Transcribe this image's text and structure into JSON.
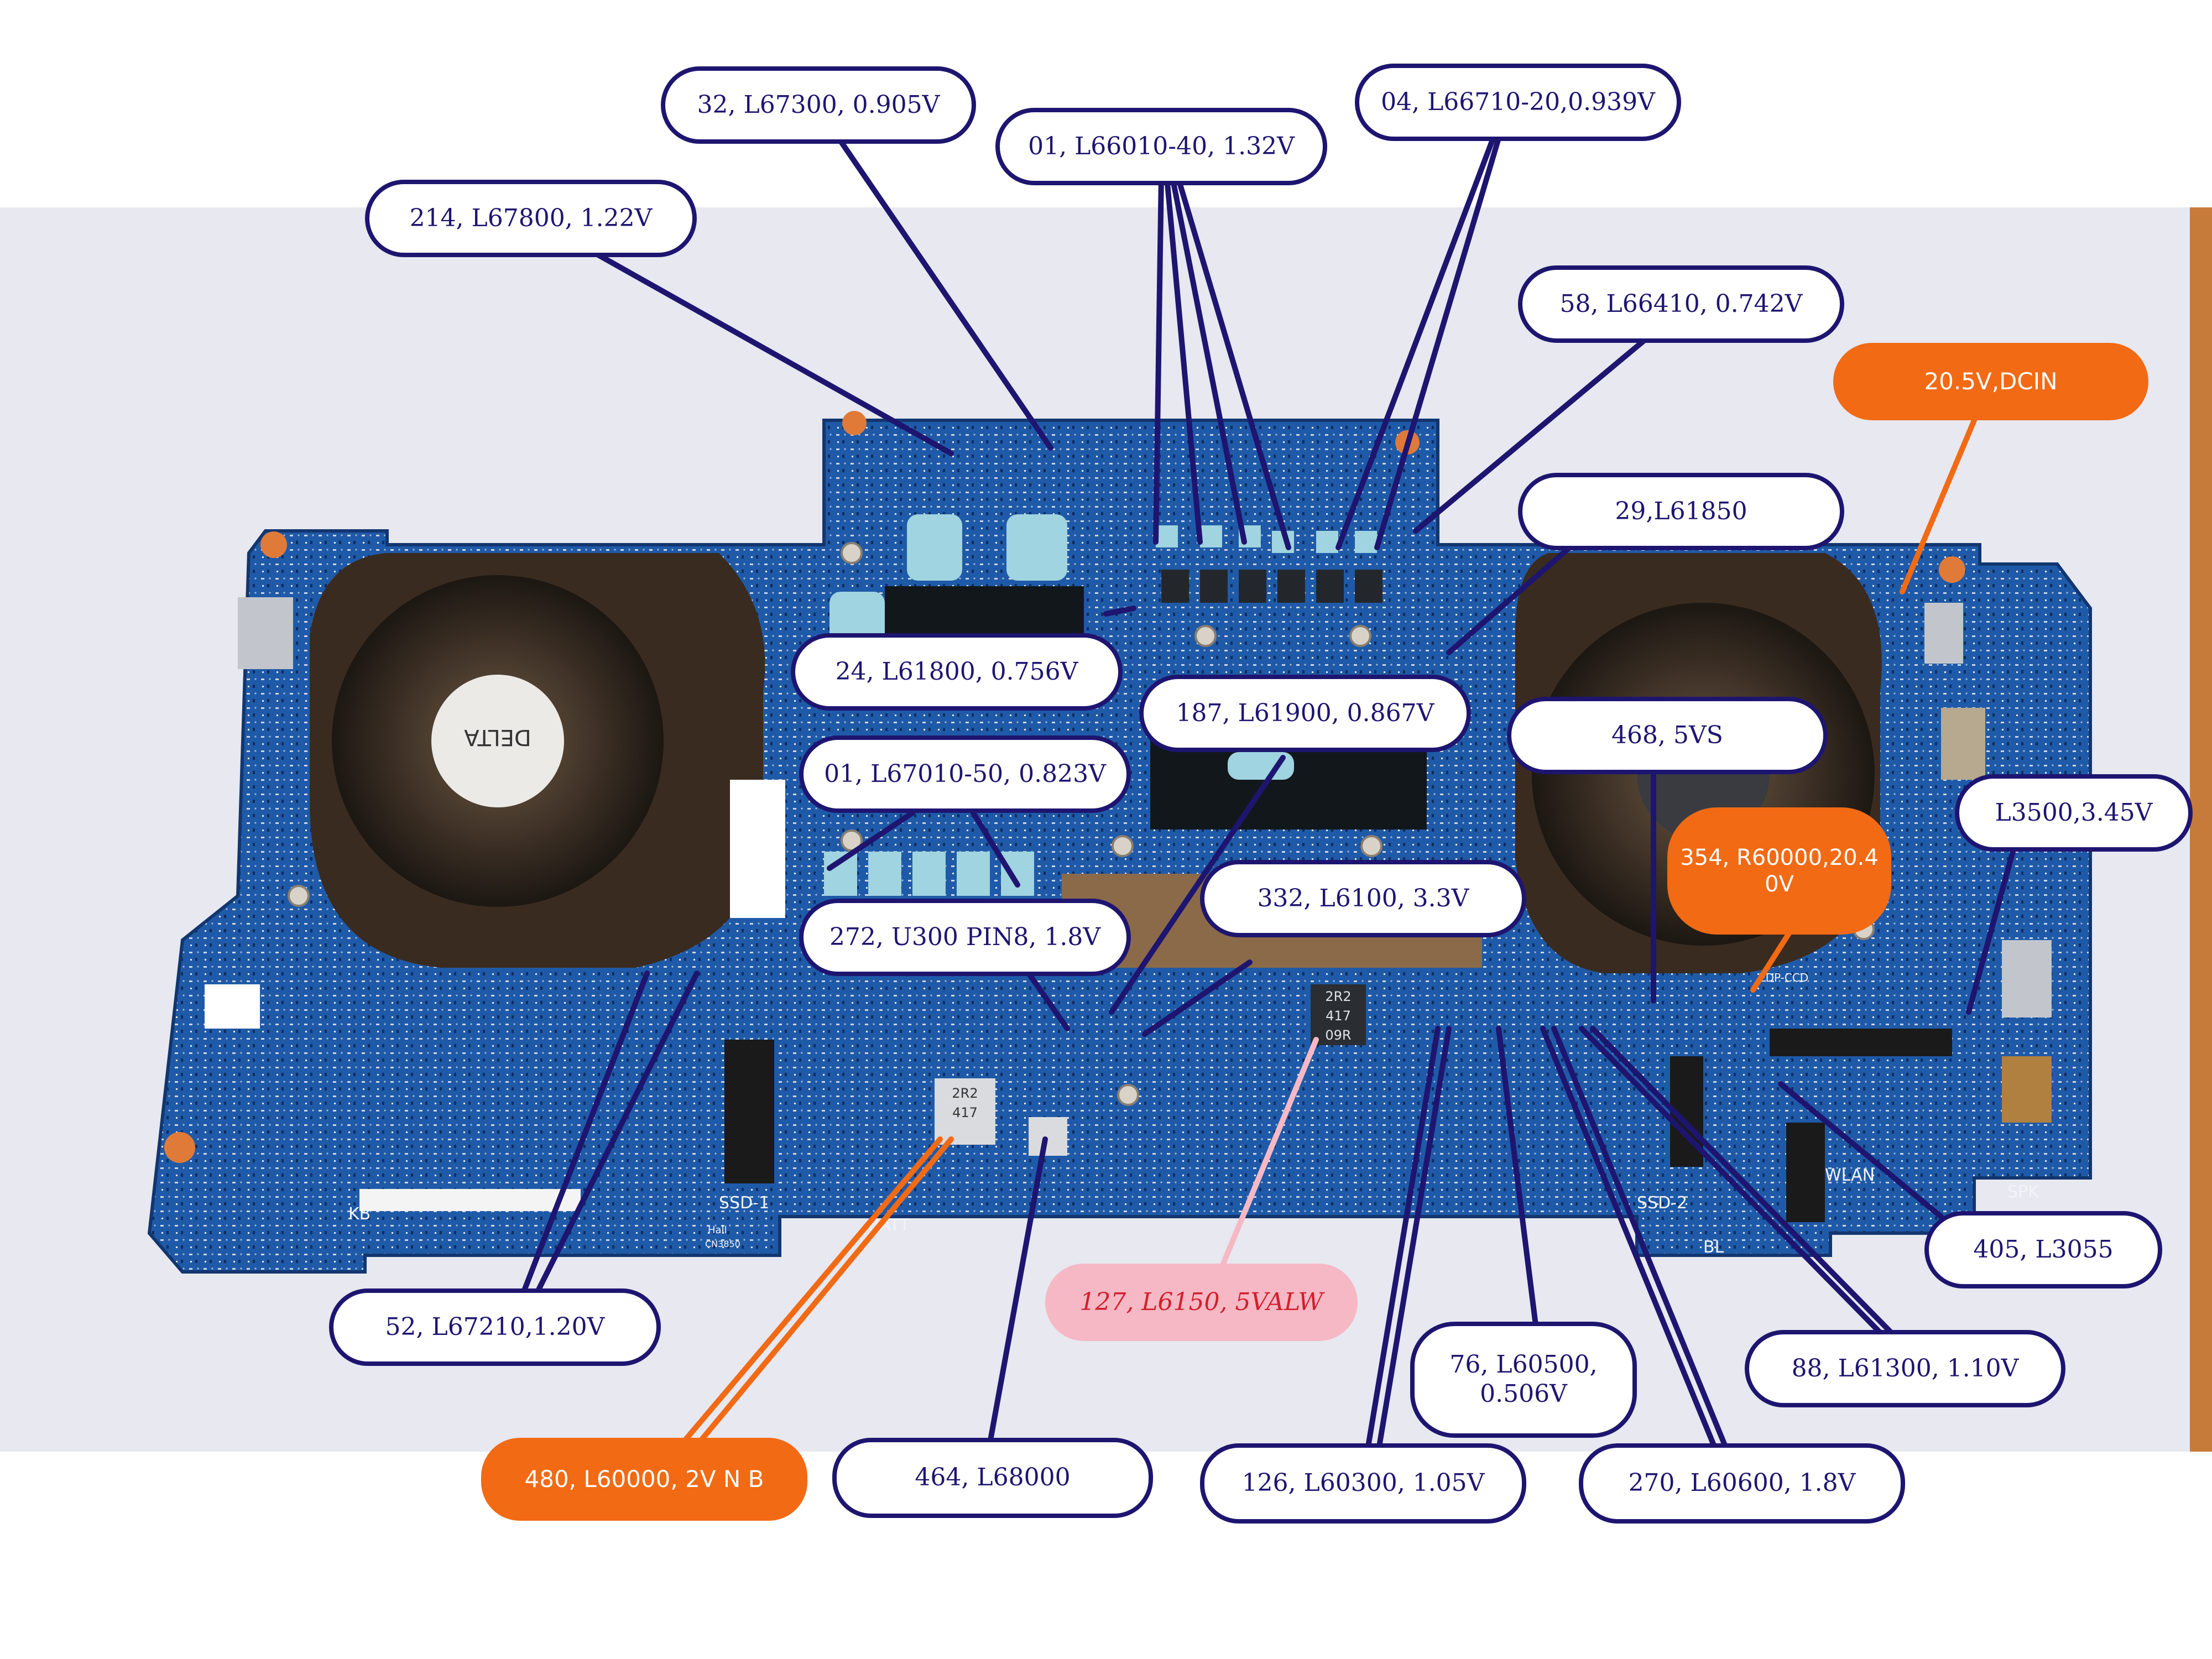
{
  "colors": {
    "label_border": "#1e1570",
    "label_text": "#1e1570",
    "orange_label": "#f26a14",
    "pink_label": "#f6b8c4",
    "pink_text": "#d21f2e",
    "board_blue": "#1f5aa8",
    "background": "#e7e8f0"
  },
  "board": {
    "silkscreen": [
      "KB",
      "SSD-1",
      "BATT",
      "Hall",
      "CN3850",
      "SSD-2",
      "BL",
      "WLAN",
      "SPK",
      "EDP-CCD"
    ],
    "chips": [
      "2R2",
      "417",
      "09R",
      "2R2 417 09R",
      "2R2 417"
    ],
    "fan_logo": "DELTA"
  },
  "labels": [
    {
      "id": "l67300",
      "text": "32, L67300, 0.905V",
      "style": "white"
    },
    {
      "id": "l66010",
      "text": "01, L66010-40, 1.32V",
      "style": "white"
    },
    {
      "id": "l66710",
      "text": "04, L66710-20,0.939V",
      "style": "white"
    },
    {
      "id": "l67800",
      "text": "214, L67800, 1.22V",
      "style": "white"
    },
    {
      "id": "l66410",
      "text": "58, L66410, 0.742V",
      "style": "white"
    },
    {
      "id": "dcin",
      "text": "20.5V,DCIN",
      "style": "orange"
    },
    {
      "id": "l61850",
      "text": "29,L61850",
      "style": "white"
    },
    {
      "id": "l61800",
      "text": "24, L61800, 0.756V",
      "style": "white"
    },
    {
      "id": "l61900",
      "text": "187, L61900, 0.867V",
      "style": "white"
    },
    {
      "id": "vs5",
      "text": "468, 5VS",
      "style": "white"
    },
    {
      "id": "l67010",
      "text": "01, L67010-50, 0.823V",
      "style": "white"
    },
    {
      "id": "r60000",
      "text": "354, R60000,20.4 0V",
      "style": "orange"
    },
    {
      "id": "l3500",
      "text": "L3500,3.45V",
      "style": "white"
    },
    {
      "id": "l6100",
      "text": "332, L6100, 3.3V",
      "style": "white"
    },
    {
      "id": "u300",
      "text": "272, U300 PIN8, 1.8V",
      "style": "white"
    },
    {
      "id": "l3055",
      "text": "405, L3055",
      "style": "white"
    },
    {
      "id": "l6150",
      "text": "127, L6150, 5VALW",
      "style": "pink"
    },
    {
      "id": "l67210",
      "text": "52, L67210,1.20V",
      "style": "white"
    },
    {
      "id": "l60500",
      "text": "76, L60500, 0.506V",
      "style": "white"
    },
    {
      "id": "l61300",
      "text": "88, L61300, 1.10V",
      "style": "white"
    },
    {
      "id": "l60000",
      "text": "480, L60000, 2V N B",
      "style": "orange"
    },
    {
      "id": "l68000",
      "text": "464, L68000",
      "style": "white"
    },
    {
      "id": "l60300",
      "text": "126, L60300, 1.05V",
      "style": "white"
    },
    {
      "id": "l60600",
      "text": "270, L60600, 1.8V",
      "style": "white"
    }
  ]
}
